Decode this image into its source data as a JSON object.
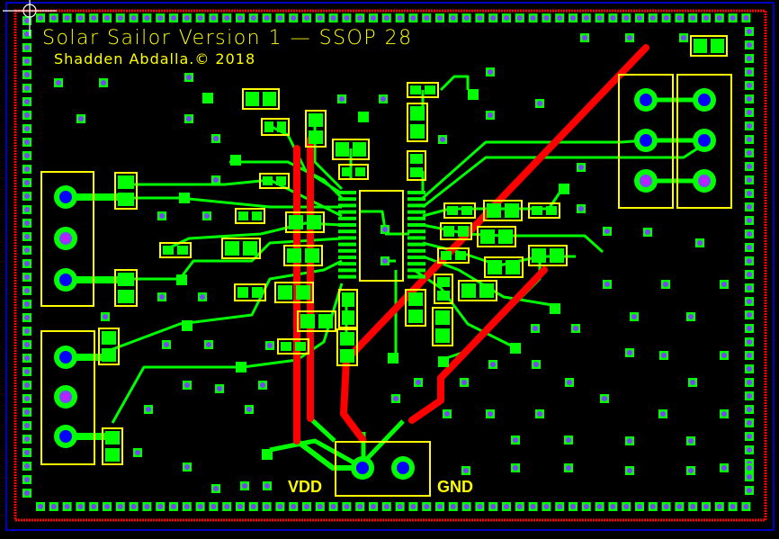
{
  "board": {
    "title": "Solar Sailor Version 1 — SSOP 28",
    "author": "Shadden Abdalla.© 2018",
    "power_labels": {
      "vdd": "VDD",
      "gnd": "GND"
    }
  },
  "colors": {
    "background": "#000000",
    "copper_top": "#ff0000",
    "copper_bottom": "#00ff00",
    "silkscreen": "#ffff00",
    "board_outline": "#0000ff",
    "via_center": "#8040ff"
  },
  "icons": {
    "cursor": "crosshair-cursor-icon"
  }
}
